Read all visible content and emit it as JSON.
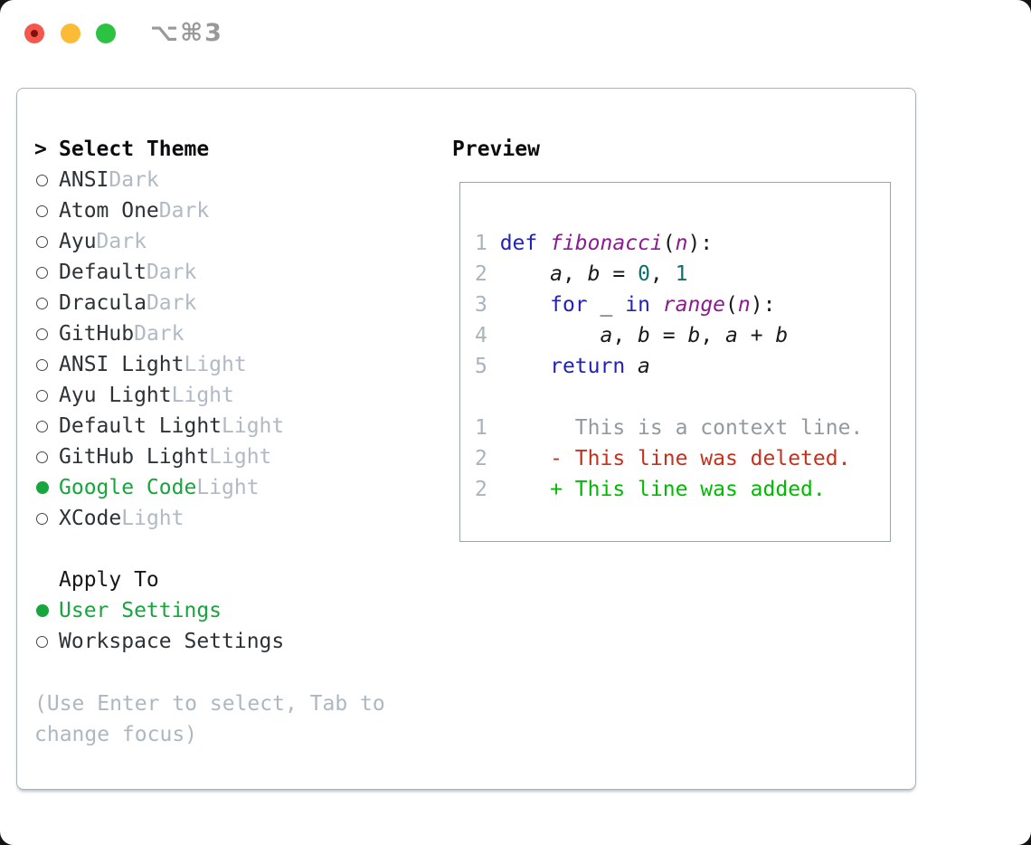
{
  "window": {
    "shortcut_label": "⌥⌘3"
  },
  "titlebar": {
    "traffic_lights": [
      {
        "name": "close",
        "color": "#f4574d"
      },
      {
        "name": "minimize",
        "color": "#fcbb35"
      },
      {
        "name": "zoom",
        "color": "#2cc343"
      }
    ]
  },
  "theme_list": {
    "header_marker": ">",
    "header": "Select Theme",
    "items": [
      {
        "name": "ANSI",
        "tag": "Dark",
        "selected": false
      },
      {
        "name": "Atom One",
        "tag": "Dark",
        "selected": false
      },
      {
        "name": "Ayu",
        "tag": "Dark",
        "selected": false
      },
      {
        "name": "Default",
        "tag": "Dark",
        "selected": false
      },
      {
        "name": "Dracula",
        "tag": "Dark",
        "selected": false
      },
      {
        "name": "GitHub",
        "tag": "Dark",
        "selected": false
      },
      {
        "name": "ANSI Light",
        "tag": "Light",
        "selected": false
      },
      {
        "name": "Ayu Light",
        "tag": "Light",
        "selected": false
      },
      {
        "name": "Default Light",
        "tag": "Light",
        "selected": false
      },
      {
        "name": "GitHub Light",
        "tag": "Light",
        "selected": false
      },
      {
        "name": "Google Code",
        "tag": "Light",
        "selected": true
      },
      {
        "name": "XCode",
        "tag": "Light",
        "selected": false
      }
    ]
  },
  "apply_to": {
    "header": "Apply To",
    "options": [
      {
        "name": "User Settings",
        "selected": true
      },
      {
        "name": "Workspace Settings",
        "selected": false
      }
    ]
  },
  "help_text": "(Use Enter to select, Tab to\nchange focus)",
  "preview": {
    "title": "Preview",
    "code_lines": [
      {
        "num": "1",
        "tokens": [
          [
            "kw",
            "def"
          ],
          [
            "pl",
            " "
          ],
          [
            "fn",
            "fibonacci"
          ],
          [
            "pl",
            "("
          ],
          [
            "fn",
            "n"
          ],
          [
            "pl",
            "):"
          ]
        ]
      },
      {
        "num": "2",
        "tokens": [
          [
            "pl",
            "    "
          ],
          [
            "var",
            "a"
          ],
          [
            "pl",
            ", "
          ],
          [
            "var",
            "b"
          ],
          [
            "pl",
            " = "
          ],
          [
            "lit",
            "0"
          ],
          [
            "pl",
            ", "
          ],
          [
            "lit",
            "1"
          ]
        ]
      },
      {
        "num": "3",
        "tokens": [
          [
            "pl",
            "    "
          ],
          [
            "kw",
            "for"
          ],
          [
            "pl",
            " "
          ],
          [
            "var",
            "_"
          ],
          [
            "pl",
            " "
          ],
          [
            "kw",
            "in"
          ],
          [
            "pl",
            " "
          ],
          [
            "fn",
            "range"
          ],
          [
            "pl",
            "("
          ],
          [
            "fn",
            "n"
          ],
          [
            "pl",
            "):"
          ]
        ]
      },
      {
        "num": "4",
        "tokens": [
          [
            "pl",
            "        "
          ],
          [
            "var",
            "a"
          ],
          [
            "pl",
            ", "
          ],
          [
            "var",
            "b"
          ],
          [
            "pl",
            " = "
          ],
          [
            "var",
            "b"
          ],
          [
            "pl",
            ", "
          ],
          [
            "var",
            "a"
          ],
          [
            "pl",
            " + "
          ],
          [
            "var",
            "b"
          ]
        ]
      },
      {
        "num": "5",
        "tokens": [
          [
            "pl",
            "    "
          ],
          [
            "kw",
            "return"
          ],
          [
            "pl",
            " "
          ],
          [
            "var",
            "a"
          ]
        ]
      },
      {
        "num": "",
        "tokens": []
      },
      {
        "num": "1",
        "tokens": [
          [
            "ctx",
            "      This is a context line."
          ]
        ]
      },
      {
        "num": "2",
        "tokens": [
          [
            "del",
            "    - This line was deleted."
          ]
        ]
      },
      {
        "num": "2",
        "tokens": [
          [
            "add",
            "    + This line was added."
          ]
        ]
      }
    ]
  },
  "colors": {
    "accent_green": "#17a53d",
    "keyword_blue": "#2222b8",
    "function_purple": "#8a1c90",
    "literal_teal": "#0d6e6e",
    "line_number_gray": "#a9b3bd",
    "context_gray": "#92999f",
    "deleted_red": "#c5311d",
    "added_green": "#00bb00",
    "panel_border": "#a9b3bc"
  }
}
